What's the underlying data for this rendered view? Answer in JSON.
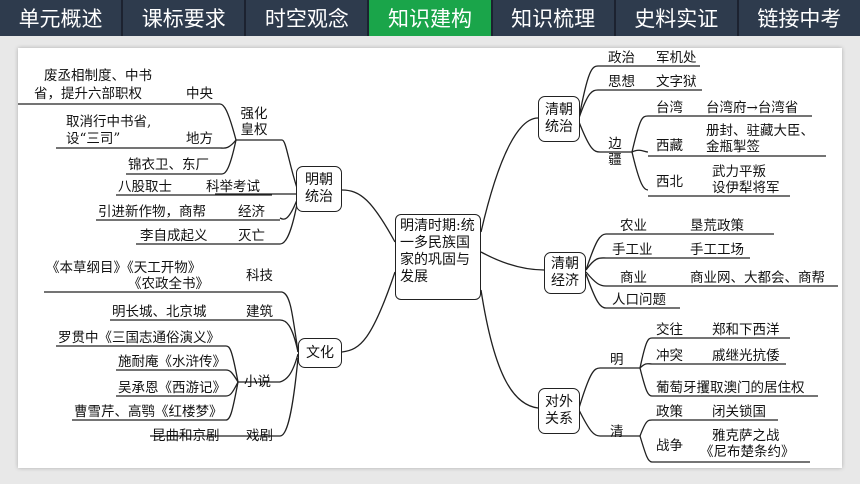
{
  "tabs": [
    {
      "label": "单元概述",
      "active": false
    },
    {
      "label": "课标要求",
      "active": false
    },
    {
      "label": "时空观念",
      "active": false
    },
    {
      "label": "知识建构",
      "active": true
    },
    {
      "label": "知识梳理",
      "active": false
    },
    {
      "label": "史料实证",
      "active": false
    },
    {
      "label": "链接中考",
      "active": false
    }
  ],
  "center": "明清时期:统一多民族国家的巩固与发展",
  "left": {
    "ming": {
      "title": "明朝统治",
      "strengthen": "强化皇权",
      "central_text_1": "废丞相制度、中书",
      "central_text_2": "省，提升六部职权",
      "central_label": "中央",
      "local_text_1": "取消行中书省,",
      "local_text_2": "设“三司”",
      "local_label": "地方",
      "jinyiwei": "锦衣卫、东厂",
      "exam_text": "八股取士",
      "exam_label": "科举考试",
      "econ_text": "引进新作物，商帮",
      "econ_label": "经济",
      "fall_text": "李自成起义",
      "fall_label": "灭亡"
    },
    "culture": {
      "title": "文化",
      "sci_text_1": "《本草纲目》《天工开物》",
      "sci_text_2": "《农政全书》",
      "sci_label": "科技",
      "arch_text": "明长城、北京城",
      "arch_label": "建筑",
      "novel_label": "小说",
      "novels": [
        "罗贯中《三国志通俗演义》",
        "施耐庵《水浒传》",
        "吴承恩《西游记》",
        "曹雪芹、高鹗《红楼梦》"
      ],
      "opera_text": "昆曲和京剧",
      "opera_label": "戏剧"
    }
  },
  "right": {
    "qing_rule": {
      "title": "清朝统治",
      "politics_label": "政治",
      "politics_text": "军机处",
      "thought_label": "思想",
      "thought_text": "文字狱",
      "border_label": "边疆",
      "taiwan_label": "台湾",
      "taiwan_text_a": "台湾府",
      "taiwan_arrow": "→",
      "taiwan_text_b": "台湾省",
      "tibet_label": "西藏",
      "tibet_text_1": "册封、驻藏大臣、",
      "tibet_text_2": "金瓶掣签",
      "northwest_label": "西北",
      "northwest_text_1": "武力平叛",
      "northwest_text_2": "设伊犁将军"
    },
    "qing_econ": {
      "title": "清朝经济",
      "agri_label": "农业",
      "agri_text": "垦荒政策",
      "craft_label": "手工业",
      "craft_text": "手工工场",
      "comm_label": "商业",
      "comm_text": "商业网、大都会、商帮",
      "pop_text": "人口问题"
    },
    "foreign": {
      "title": "对外关系",
      "ming_label": "明",
      "exchange_label": "交往",
      "exchange_text": "郑和下西洋",
      "conflict_label": "冲突",
      "conflict_text": "戚继光抗倭",
      "portugal_text": "葡萄牙攫取澳门的居住权",
      "qing_label": "清",
      "policy_label": "政策",
      "policy_text": "闭关锁国",
      "war_label": "战争",
      "war_text_1": "雅克萨之战",
      "war_text_2": "《尼布楚条约》"
    }
  }
}
